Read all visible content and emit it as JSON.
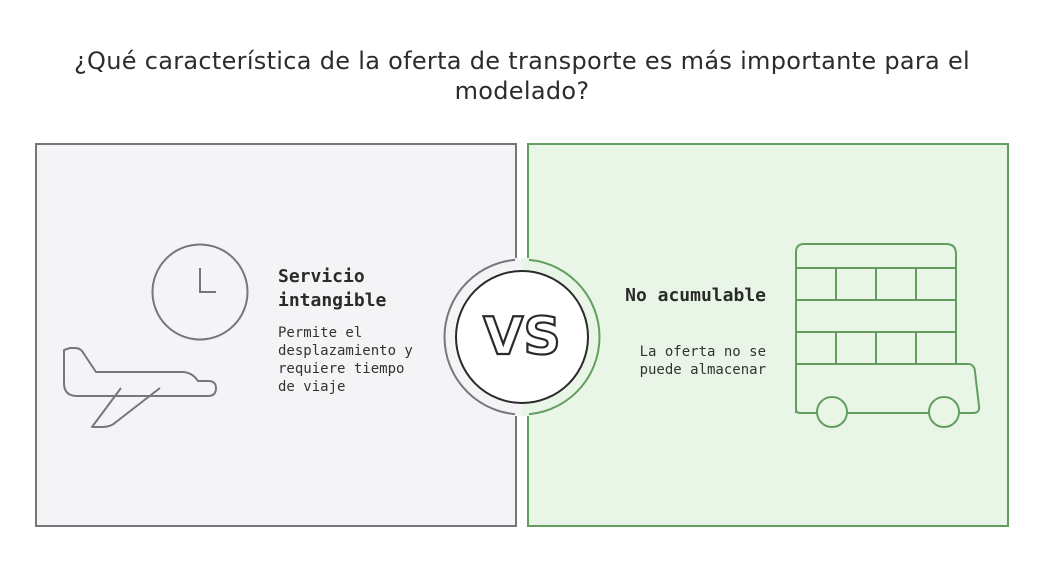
{
  "title": "¿Qué característica de la oferta de transporte es más importante para el modelado?",
  "left": {
    "heading": "Servicio intangible",
    "description": "Permite el desplazamiento y requiere tiempo de viaje",
    "icons": [
      "clock-icon",
      "airplane-icon"
    ]
  },
  "center": {
    "label": "VS"
  },
  "right": {
    "heading": "No acumulable",
    "description": "La oferta no se puede almacenar",
    "icons": [
      "bus-icon"
    ]
  },
  "colors": {
    "left_fill": "#f4f4f6",
    "left_stroke": "#77767b",
    "right_fill": "#e9f6e7",
    "right_stroke": "#629f5e"
  }
}
